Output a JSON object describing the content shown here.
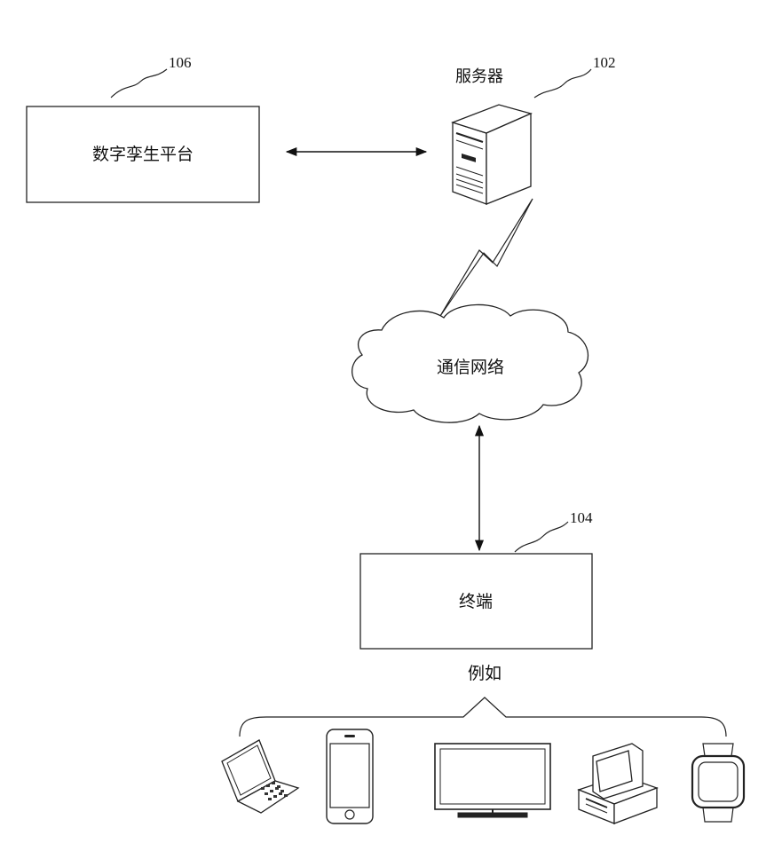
{
  "refs": {
    "twin": "106",
    "server": "102",
    "terminal": "104"
  },
  "labels": {
    "twin_platform": "数字孪生平台",
    "server": "服务器",
    "network": "通信网络",
    "terminal": "终端",
    "example": "例如"
  },
  "devices": [
    {
      "name": "laptop-icon"
    },
    {
      "name": "smartphone-icon"
    },
    {
      "name": "monitor-icon"
    },
    {
      "name": "desktop-computer-icon"
    },
    {
      "name": "smartwatch-icon"
    }
  ]
}
